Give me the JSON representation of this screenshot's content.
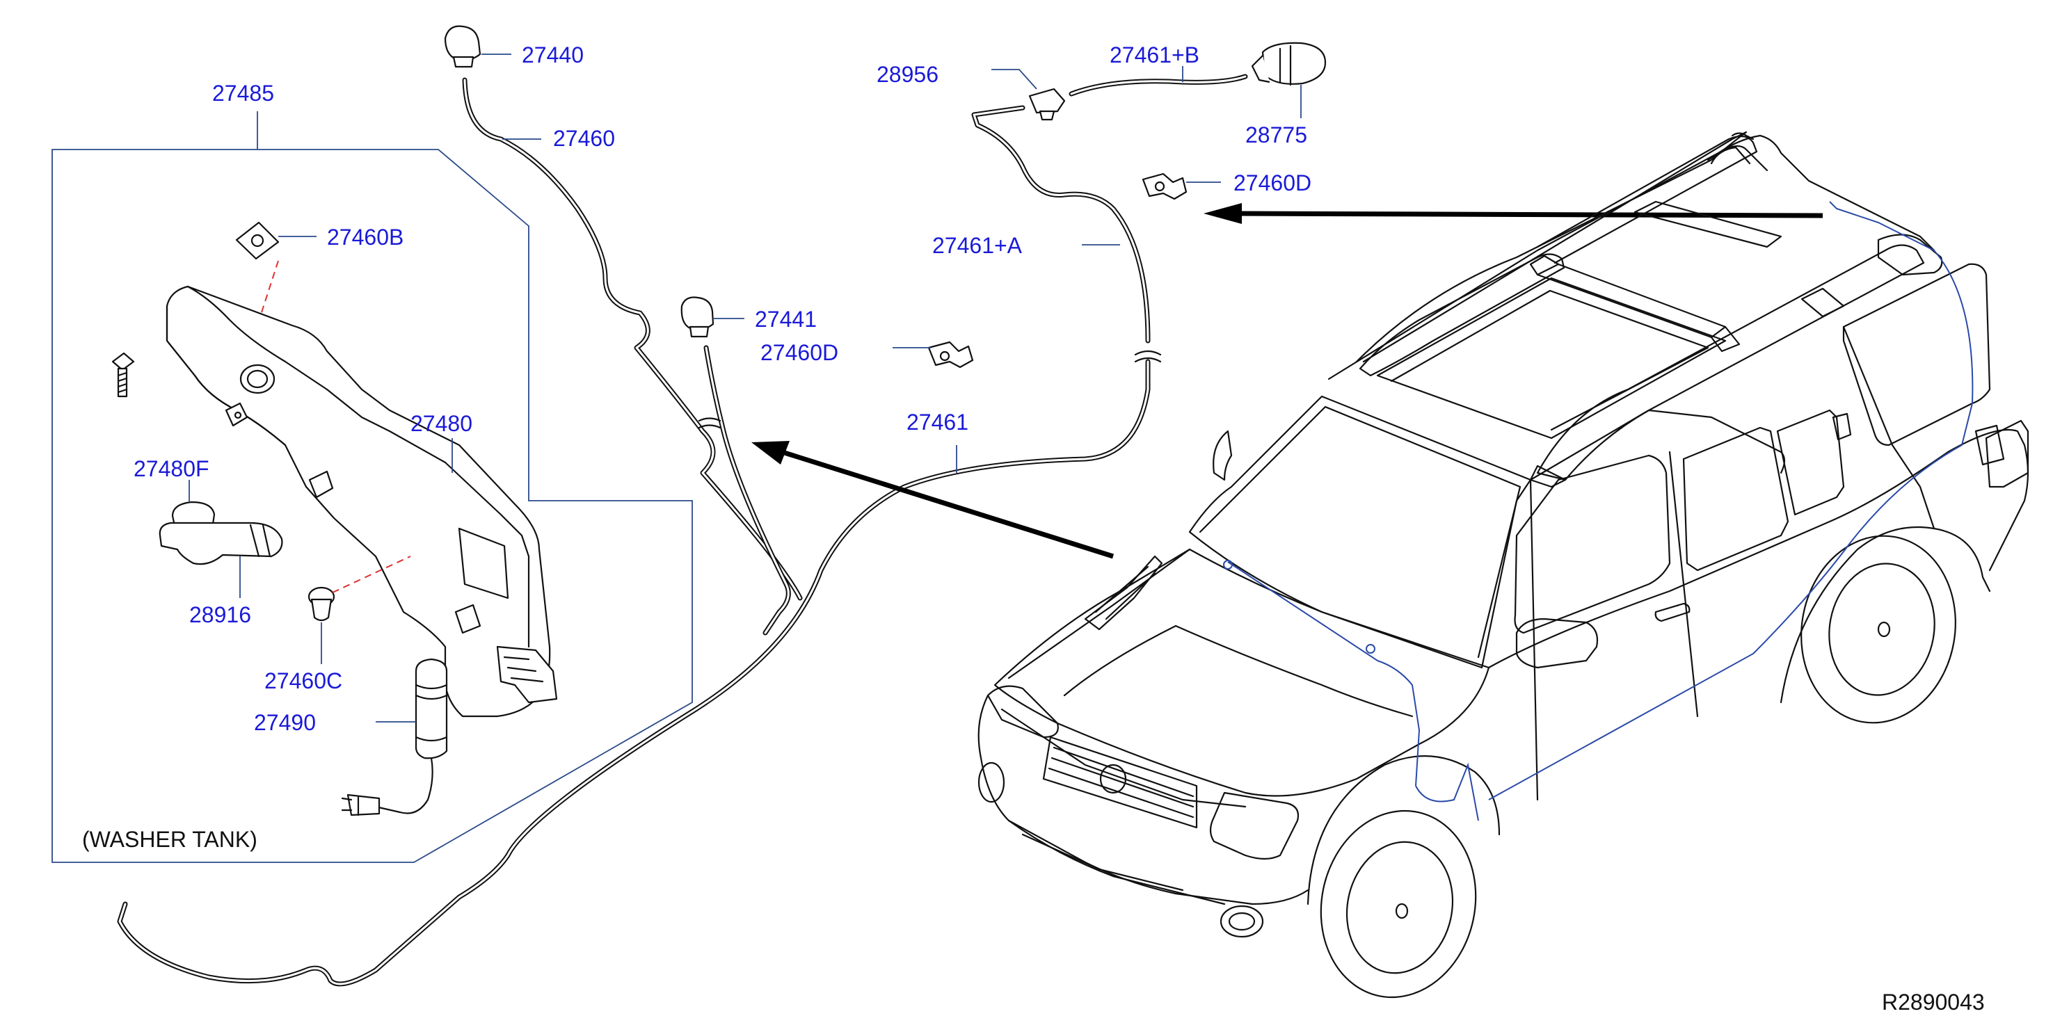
{
  "diagram": {
    "part_labels": {
      "p27440": "27440",
      "p27460": "27460",
      "p27485": "27485",
      "p27460B": "27460B",
      "p27441": "27441",
      "p27460D_mid": "27460D",
      "p27480": "27480",
      "p27480F": "27480F",
      "p28916": "28916",
      "p27460C": "27460C",
      "p27490": "27490",
      "p28956": "28956",
      "p27461B": "27461+B",
      "p28775": "28775",
      "p27460D_top": "27460D",
      "p27461A": "27461+A",
      "p27461": "27461"
    },
    "washer_tank_caption": "(WASHER   TANK)",
    "reference_code": "R2890043",
    "colors": {
      "label": "#1a1ad8",
      "leader": "#2a4a8a",
      "line_art": "#111111",
      "dashed_guide": "#e03030"
    }
  }
}
